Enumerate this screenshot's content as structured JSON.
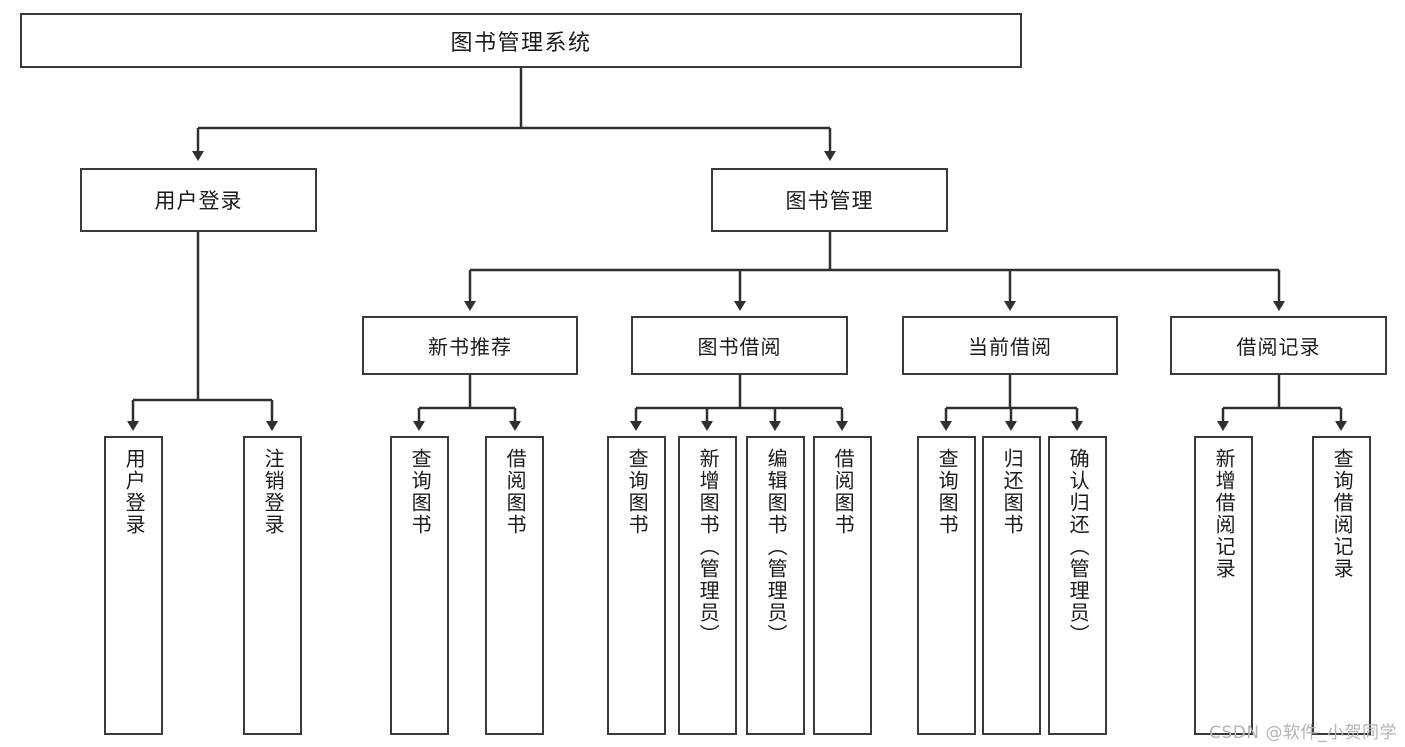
{
  "diagram": {
    "title": "图书管理系统",
    "type": "tree",
    "root": {
      "label": "图书管理系统"
    },
    "level2": [
      {
        "label": "用户登录"
      },
      {
        "label": "图书管理"
      }
    ],
    "level3": [
      {
        "label": "新书推荐"
      },
      {
        "label": "图书借阅"
      },
      {
        "label": "当前借阅"
      },
      {
        "label": "借阅记录"
      }
    ],
    "leaves": {
      "user_login": [
        {
          "label": "用户登录"
        },
        {
          "label": "注销登录"
        }
      ],
      "new_book_recommend": [
        {
          "label": "查询图书"
        },
        {
          "label": "借阅图书"
        }
      ],
      "book_borrow": [
        {
          "label": "查询图书"
        },
        {
          "label": "新增图书（管理员）"
        },
        {
          "label": "编辑图书（管理员）"
        },
        {
          "label": "借阅图书"
        }
      ],
      "current_borrow": [
        {
          "label": "查询图书"
        },
        {
          "label": "归还图书"
        },
        {
          "label": "确认归还（管理员）"
        }
      ],
      "borrow_record": [
        {
          "label": "新增借阅记录"
        },
        {
          "label": "查询借阅记录"
        }
      ]
    }
  },
  "watermark": {
    "text": "CSDN @软件_小贺同学"
  },
  "colors": {
    "stroke": "#3a3a3a",
    "background": "#ffffff",
    "text": "#1b1b1b",
    "watermark": "#b4b4b4"
  }
}
